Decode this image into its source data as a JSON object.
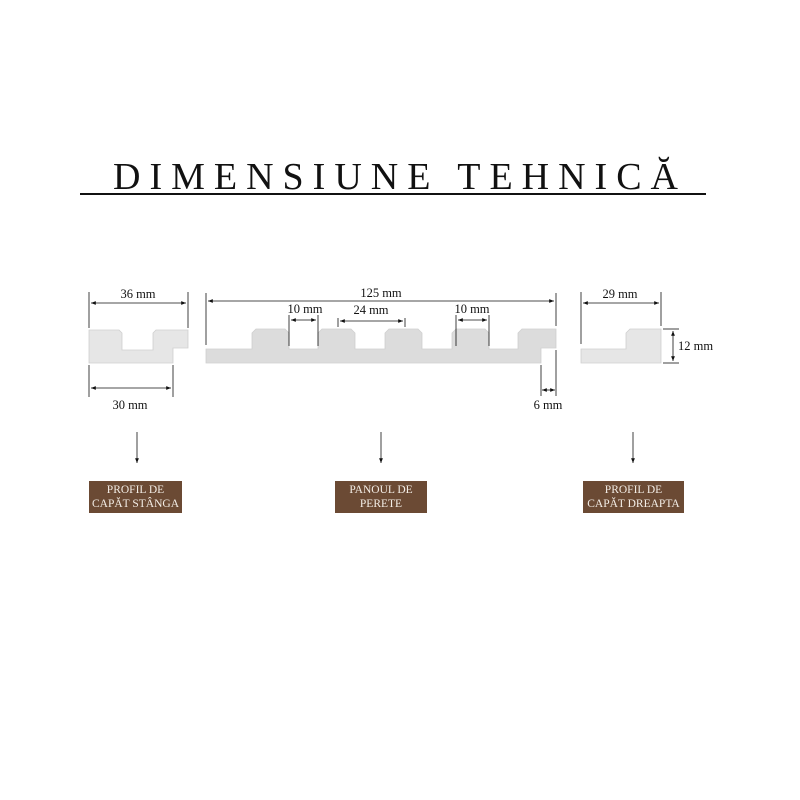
{
  "title": "DIMENSIUNE TEHNICĂ",
  "colors": {
    "profile_fill": "#e6e6e6",
    "profile_fill_main": "#dcdcdc",
    "badge": "#6b4a34",
    "badge_text": "#f3ede6"
  },
  "left_profile": {
    "dim_top": "36 mm",
    "dim_bottom": "30 mm",
    "badge_line1": "PROFIL DE",
    "badge_line2": "CAPĂT STÂNGA"
  },
  "wall_panel": {
    "dim_overall": "125 mm",
    "dim_gap_left": "10 mm",
    "dim_rib": "24 mm",
    "dim_gap_right": "10 mm",
    "dim_step": "6 mm",
    "badge_line1": "PANOUL DE",
    "badge_line2": "PERETE"
  },
  "right_profile": {
    "dim_top": "29 mm",
    "dim_height": "12 mm",
    "badge_line1": "PROFIL DE",
    "badge_line2": "CAPĂT DREAPTA"
  }
}
